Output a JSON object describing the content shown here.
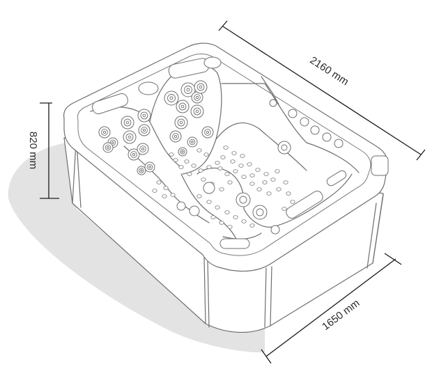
{
  "dimensions": {
    "length": "2160 mm",
    "height": "820 mm",
    "width": "1650 mm"
  },
  "colors": {
    "outline": "#6e6e6e",
    "shadow": "#e3e3e3",
    "dimension_line": "#1a1a1a"
  }
}
